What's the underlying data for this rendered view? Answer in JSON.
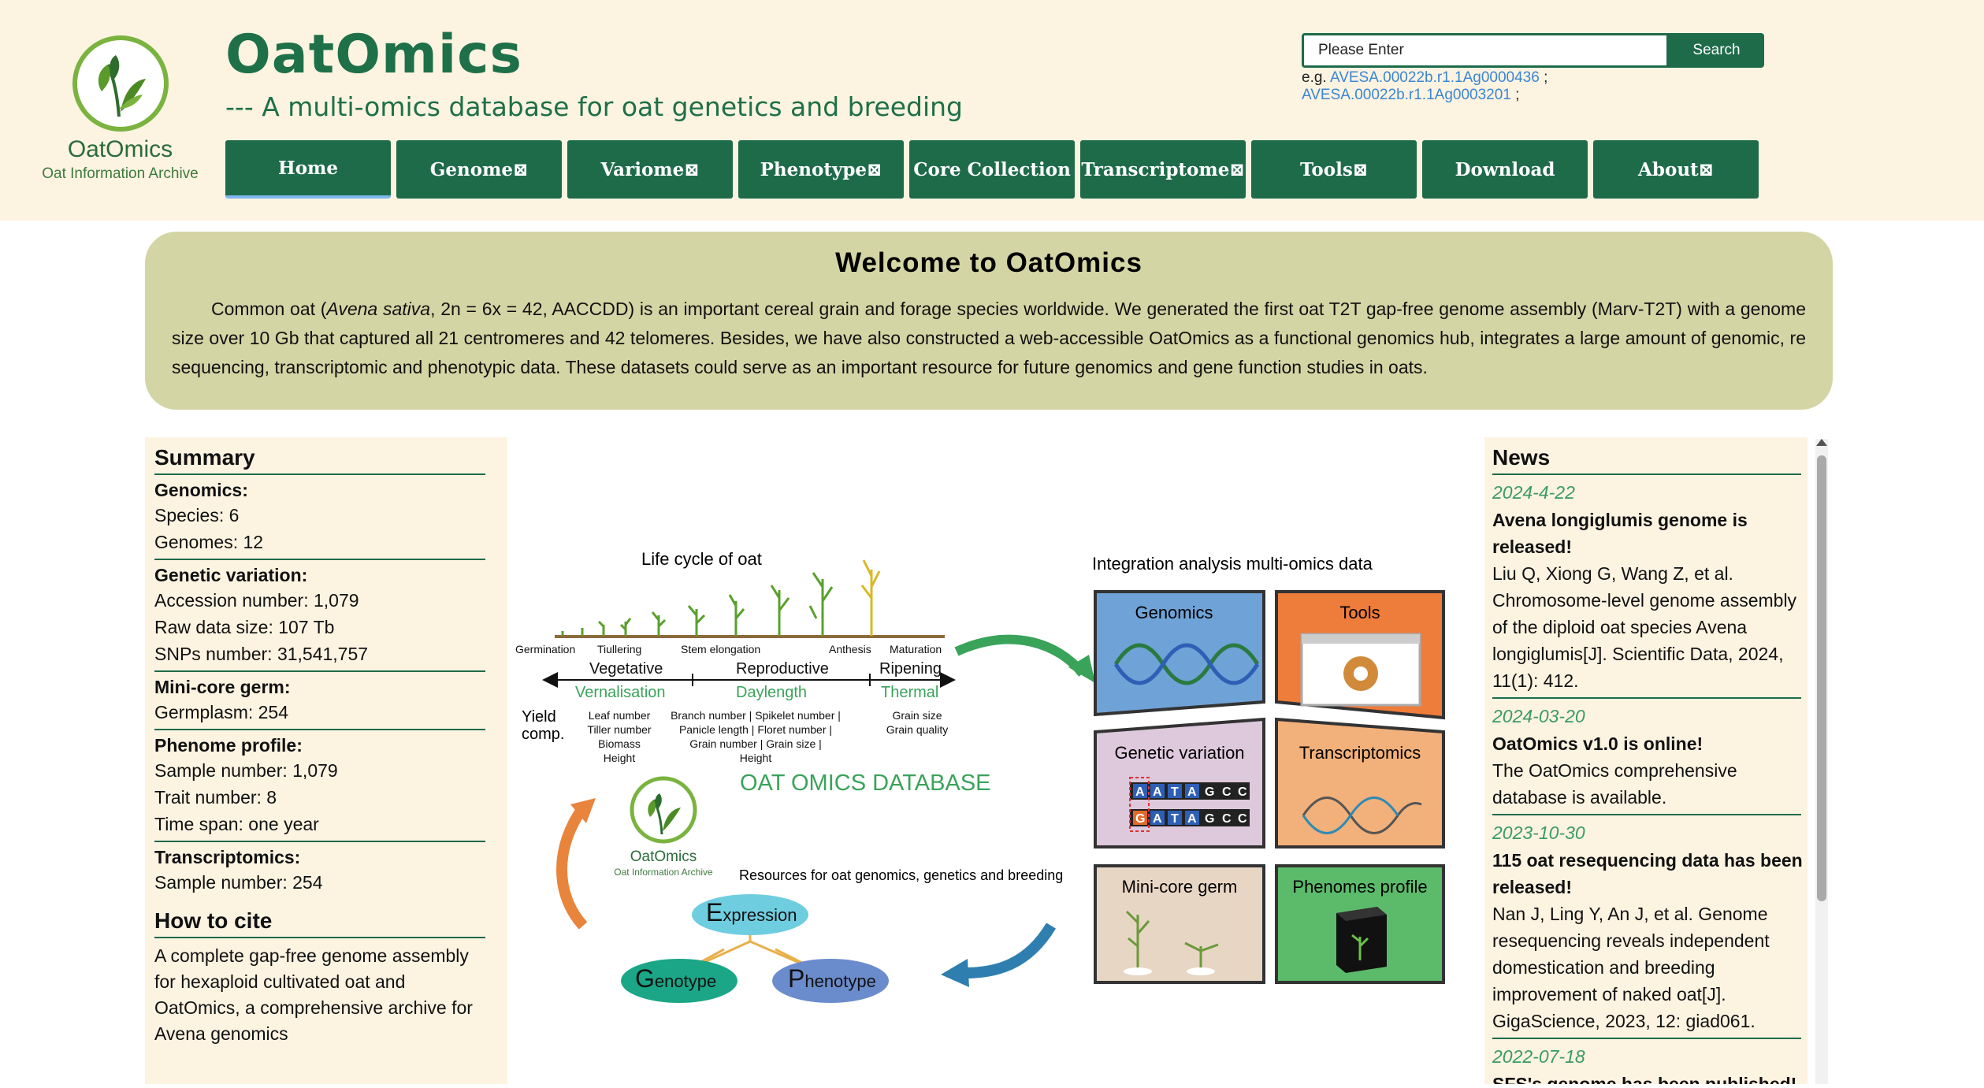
{
  "header": {
    "logo_name": "OatOmics",
    "logo_sub": "Oat Information Archive",
    "title": "OatOmics",
    "subtitle": "--- A multi-omics database for oat genetics and breeding"
  },
  "search": {
    "placeholder": "Please Enter",
    "button": "Search",
    "example_prefix": "e.g.",
    "example1": "AVESA.00022b.r1.1Ag0000436",
    "example2": "AVESA.00022b.r1.1Ag0003201",
    "separator": ";"
  },
  "nav": [
    {
      "label": "Home"
    },
    {
      "label": "Genome⊠"
    },
    {
      "label": "Variome⊠"
    },
    {
      "label": "Phenotype⊠"
    },
    {
      "label": "Core Collection"
    },
    {
      "label": "Transcriptome⊠"
    },
    {
      "label": "Tools⊠"
    },
    {
      "label": "Download"
    },
    {
      "label": "About⊠"
    }
  ],
  "welcome": {
    "title": "Welcome to OatOmics",
    "text_before": "Common oat (",
    "text_italic": "Avena sativa",
    "text_after": ", 2n = 6x = 42, AACCDD) is an important cereal grain and forage species worldwide. We generated the first oat T2T gap-free genome assembly (Marv-T2T) with a genome size over 10 Gb that captured all 21 centromeres and 42 telomeres. Besides, we have also constructed a web-accessible OatOmics as a functional genomics hub, integrates a large amount of genomic, resequencing, transcriptomic and phenotypic data. These datasets could serve as an important resource for future genomics and gene function studies in oats."
  },
  "summary": {
    "title": "Summary",
    "genomics": {
      "title": "Genomics:",
      "lines": [
        "Species: 6",
        "Genomes: 12"
      ]
    },
    "variation": {
      "title": "Genetic variation:",
      "lines": [
        "Accession number: 1,079",
        "Raw data size: 107 Tb",
        "SNPs number: 31,541,757"
      ]
    },
    "minicore": {
      "title": "Mini-core germ:",
      "lines": [
        "Germplasm: 254"
      ]
    },
    "phenome": {
      "title": "Phenome profile:",
      "lines": [
        "Sample number: 1,079",
        "Trait number: 8",
        "Time span: one year"
      ]
    },
    "transcriptomics": {
      "title": "Transcriptomics:",
      "lines": [
        "Sample number: 254"
      ]
    },
    "cite_title": "How to cite",
    "cite_text": "A complete gap-free genome assembly for hexaploid cultivated oat and OatOmics, a comprehensive archive for Avena genomics"
  },
  "figure": {
    "life_cycle": "Life cycle of oat",
    "integration": "Integration analysis multi-omics data",
    "stages_top": [
      "Germination",
      "Tiullering",
      "Stem elongation",
      "Anthesis",
      "Maturation"
    ],
    "phases": [
      "Vegetative",
      "Reproductive",
      "Ripening"
    ],
    "drivers": [
      "Vernalisation",
      "Daylength",
      "Thermal"
    ],
    "yield": "Yield",
    "comp": "comp.",
    "traits1": [
      "Leaf number",
      "Tiller number",
      "Biomass",
      "Height"
    ],
    "traits2": [
      "Branch number | Spikelet number |",
      "Panicle length | Floret number |",
      "Grain number | Grain size |",
      "Height"
    ],
    "traits3": [
      "Grain size",
      "Grain quality"
    ],
    "db_title": "OAT OMICS DATABASE",
    "logo_name": "OatOmics",
    "logo_sub": "Oat Information Archive",
    "resources": "Resources for oat genomics, genetics and breeding",
    "expression_initial": "E",
    "expression_rest": "xpression",
    "genotype_initial": "G",
    "genotype_rest": "enotype",
    "phenotype_initial": "P",
    "phenotype_rest": "henotype",
    "tiles": [
      "Genomics",
      "Tools",
      "Genetic variation",
      "Transcriptomics",
      "Mini-core germ",
      "Phenomes profile"
    ],
    "seq1": [
      "A",
      "A",
      "T",
      "A",
      "G",
      "C",
      "C"
    ],
    "seq2": [
      "G",
      "A",
      "T",
      "A",
      "G",
      "C",
      "C"
    ]
  },
  "news": {
    "title": "News",
    "items": [
      {
        "date": "2024-4-22",
        "title": "Avena longiglumis genome is released!",
        "text": "Liu Q, Xiong G, Wang Z, et al. Chromosome-level genome assembly of the diploid oat species Avena longiglumis[J]. Scientific Data, 2024, 11(1): 412."
      },
      {
        "date": "2024-03-20",
        "title": "OatOmics v1.0 is online!",
        "text": "The OatOmics comprehensive database is available."
      },
      {
        "date": "2023-10-30",
        "title": "115 oat resequencing data has been released!",
        "text": "Nan J, Ling Y, An J, et al. Genome resequencing reveals independent domestication and breeding improvement of naked oat[J]. GigaScience, 2023, 12: giad061."
      },
      {
        "date": "2022-07-18",
        "title": "SFS's genome has been published!",
        "text": ""
      }
    ]
  },
  "colors": {
    "primary": "#1e6b4a",
    "header_bg": "#fdf3e1",
    "welcome_bg": "#d4d5a4",
    "link": "#3a86d4",
    "news_date": "#3a9a6a"
  }
}
